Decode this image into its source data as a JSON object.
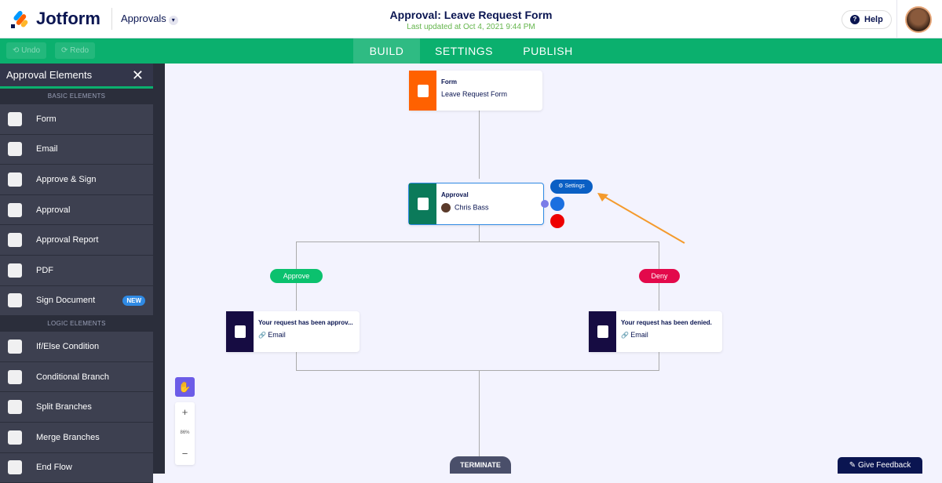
{
  "header": {
    "brand": "Jotform",
    "section": "Approvals",
    "title": "Approval: Leave Request Form",
    "updated": "Last updated at Oct 4, 2021 9:44 PM",
    "help": "Help"
  },
  "toolbar": {
    "undo": "Undo",
    "redo": "Redo",
    "tabs": [
      "BUILD",
      "SETTINGS",
      "PUBLISH"
    ],
    "active_tab": "BUILD"
  },
  "sidebar": {
    "title": "Approval Elements",
    "basic_heading": "BASIC ELEMENTS",
    "basic": [
      {
        "label": "Form"
      },
      {
        "label": "Email"
      },
      {
        "label": "Approve & Sign"
      },
      {
        "label": "Approval"
      },
      {
        "label": "Approval Report"
      },
      {
        "label": "PDF"
      },
      {
        "label": "Sign Document",
        "badge": "NEW"
      }
    ],
    "logic_heading": "LOGIC ELEMENTS",
    "logic": [
      {
        "label": "If/Else Condition"
      },
      {
        "label": "Conditional Branch"
      },
      {
        "label": "Split Branches"
      },
      {
        "label": "Merge Branches"
      },
      {
        "label": "End Flow"
      }
    ]
  },
  "flow": {
    "form_node": {
      "type": "Form",
      "name": "Leave Request Form",
      "color": "#ff6100"
    },
    "approval_node": {
      "type": "Approval",
      "assignee": "Chris Bass",
      "color": "#0b7a5a",
      "settings": "Settings"
    },
    "approve_label": "Approve",
    "deny_label": "Deny",
    "approve_email": {
      "title": "Your request has been approv...",
      "type": "Email"
    },
    "deny_email": {
      "title": "Your request has been denied.",
      "type": "Email"
    },
    "terminate": "TERMINATE"
  },
  "zoom": {
    "level": "86%",
    "plus": "+",
    "minus": "−"
  },
  "feedback": "Give Feedback"
}
